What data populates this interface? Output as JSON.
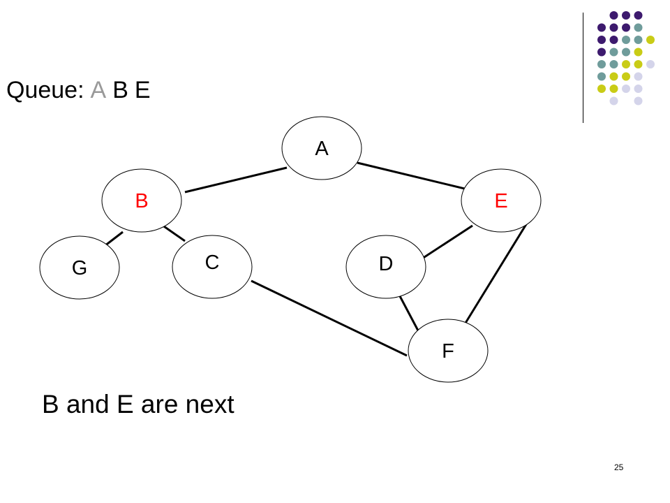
{
  "slide": {
    "queue_label": "Queue:",
    "queue_items": [
      "A",
      "B",
      "E"
    ],
    "caption": "B and E are next",
    "page_number": "25"
  },
  "colors": {
    "dequeued": "#999999",
    "highlight": "#ff0000",
    "edge": "#000000",
    "node_fill": "#ffffff",
    "deco_purple": "#3d1a6e",
    "deco_teal": "#6f9c9b",
    "deco_yellow": "#c9cc16",
    "deco_lavender": "#d4d4ea"
  },
  "graph": {
    "nodes": [
      {
        "id": "A",
        "label": "A",
        "highlighted": false
      },
      {
        "id": "B",
        "label": "B",
        "highlighted": true
      },
      {
        "id": "E",
        "label": "E",
        "highlighted": true
      },
      {
        "id": "G",
        "label": "G",
        "highlighted": false
      },
      {
        "id": "C",
        "label": "C",
        "highlighted": false
      },
      {
        "id": "D",
        "label": "D",
        "highlighted": false
      },
      {
        "id": "F",
        "label": "F",
        "highlighted": false
      }
    ],
    "edges": [
      [
        "A",
        "B"
      ],
      [
        "A",
        "E"
      ],
      [
        "B",
        "G"
      ],
      [
        "B",
        "C"
      ],
      [
        "E",
        "D"
      ],
      [
        "E",
        "F"
      ],
      [
        "D",
        "F"
      ],
      [
        "C",
        "F"
      ]
    ]
  },
  "decoration": {
    "name": "dot-grid-logo"
  }
}
